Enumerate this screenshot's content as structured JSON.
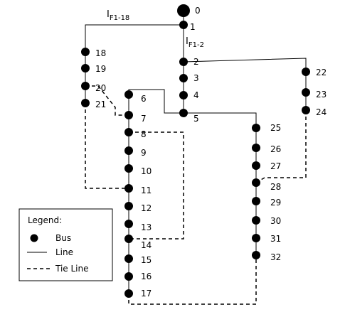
{
  "buses": [
    "0",
    "1",
    "2",
    "3",
    "4",
    "5",
    "6",
    "7",
    "8",
    "9",
    "10",
    "11",
    "12",
    "13",
    "14",
    "15",
    "16",
    "17",
    "18",
    "19",
    "20",
    "21",
    "22",
    "23",
    "24",
    "25",
    "26",
    "27",
    "28",
    "29",
    "30",
    "31",
    "32"
  ],
  "currents": {
    "f1_18": {
      "main": "I",
      "sub": "F1-18"
    },
    "f1_2": {
      "main": "I",
      "sub": "F1-2"
    }
  },
  "legend": {
    "title": "Legend:",
    "bus": "Bus",
    "line": "Line",
    "tie_line": "Tie Line"
  },
  "colors": {
    "ink": "#000000",
    "background": "#ffffff"
  }
}
